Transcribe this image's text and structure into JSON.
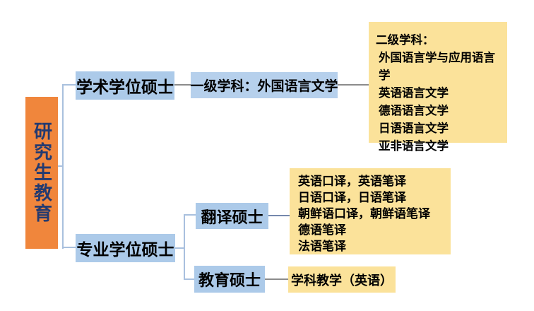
{
  "diagram": {
    "root": {
      "label": "研究生教育"
    },
    "academic": {
      "label": "学术学位硕士",
      "first_level_label": "一级学科：外国语言文学",
      "second_level": {
        "title": "二级学科：",
        "items": [
          "外国语言学与应用语言学",
          "英语语言文学",
          "德语语言文学",
          "日语语言文学",
          "亚非语言文学"
        ]
      }
    },
    "professional": {
      "label": "专业学位硕士",
      "translation": {
        "label": "翻译硕士",
        "programs": [
          "英语口译，英语笔译",
          "日语口译，日语笔译",
          "朝鲜语口译，朝鲜语笔译",
          "德语笔译",
          "法语笔译"
        ]
      },
      "education": {
        "label": "教育硕士",
        "program": "学科教学（英语）"
      }
    }
  },
  "colors": {
    "root_fill": "#F0863C",
    "root_text": "#233A70",
    "node_fill": "#ACCAE9",
    "panel_fill": "#FBE29A",
    "bracket_line": "#A9C0DE",
    "connector_gray": "#8C8C8C",
    "connector_slate": "#7488AD",
    "node_text": "#000000"
  }
}
